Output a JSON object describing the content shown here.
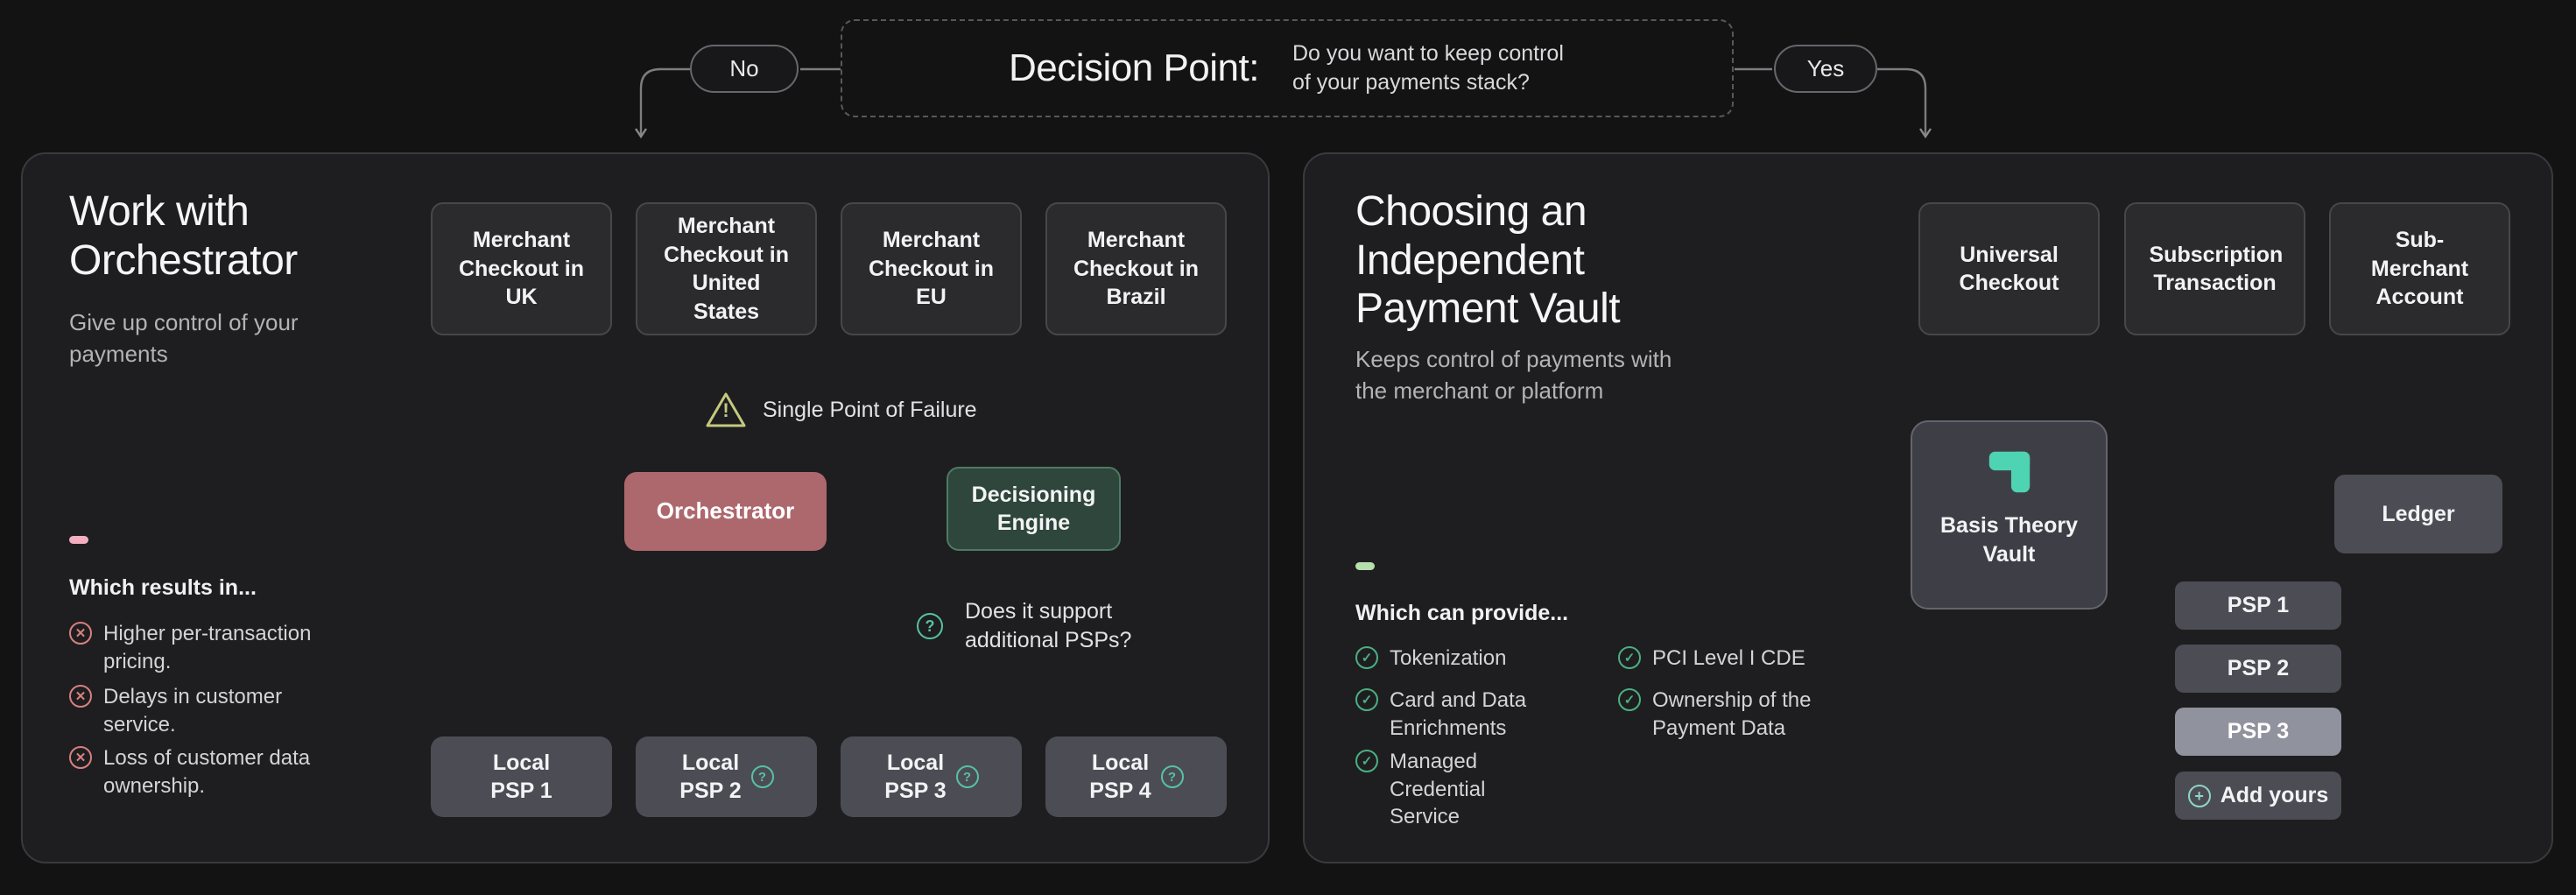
{
  "decision": {
    "title": "Decision Point:",
    "question": "Do you want to keep control of your payments stack?",
    "no_label": "No",
    "yes_label": "Yes"
  },
  "left_panel": {
    "title": "Work with Orchestrator",
    "subtitle": "Give up control of your payments",
    "checkouts": [
      "Merchant Checkout in UK",
      "Merchant Checkout in United States",
      "Merchant Checkout in EU",
      "Merchant Checkout in Brazil"
    ],
    "warning_label": "Single Point of Failure",
    "orchestrator_label": "Orchestrator",
    "decisioning_label": "Decisioning Engine",
    "psp_question": "Does it support additional PSPs?",
    "local_psps": [
      "Local PSP 1",
      "Local PSP 2",
      "Local PSP 3",
      "Local PSP 4"
    ],
    "results_heading": "Which results in...",
    "results": [
      "Higher per-transaction pricing.",
      "Delays in customer service.",
      "Loss of customer data ownership."
    ]
  },
  "right_panel": {
    "title": "Choosing an Independent Payment Vault",
    "subtitle": "Keeps control of payments with the merchant or platform",
    "checkouts": [
      "Universal Checkout",
      "Subscription Transaction",
      "Sub-Merchant Account"
    ],
    "vault_label": "Basis Theory Vault",
    "ledger_label": "Ledger",
    "psps": [
      "PSP 1",
      "PSP 2",
      "PSP 3"
    ],
    "add_label": "Add yours",
    "provides_heading": "Which can provide...",
    "provides_col1": [
      "Tokenization",
      "Card and Data Enrichments",
      "Managed Credential Service"
    ],
    "provides_col2": [
      "PCI Level I CDE",
      "Ownership of the Payment Data"
    ]
  },
  "icons": {
    "question": "?",
    "check": "✓",
    "cross": "✕",
    "plus": "+",
    "warning": "!"
  },
  "colors": {
    "background": "#131314",
    "panel": "#1e1e20",
    "orchestrator": "#ad686e",
    "decisioning_engine": "#2e463b",
    "brand_teal": "#4ed4b2",
    "warning_olive": "#c6c97e",
    "error_red": "#d98080",
    "success_green": "#4caf82",
    "accent_pink": "#f3aec0",
    "accent_green": "#b7dfad",
    "box_gray": "#4c4d54"
  }
}
